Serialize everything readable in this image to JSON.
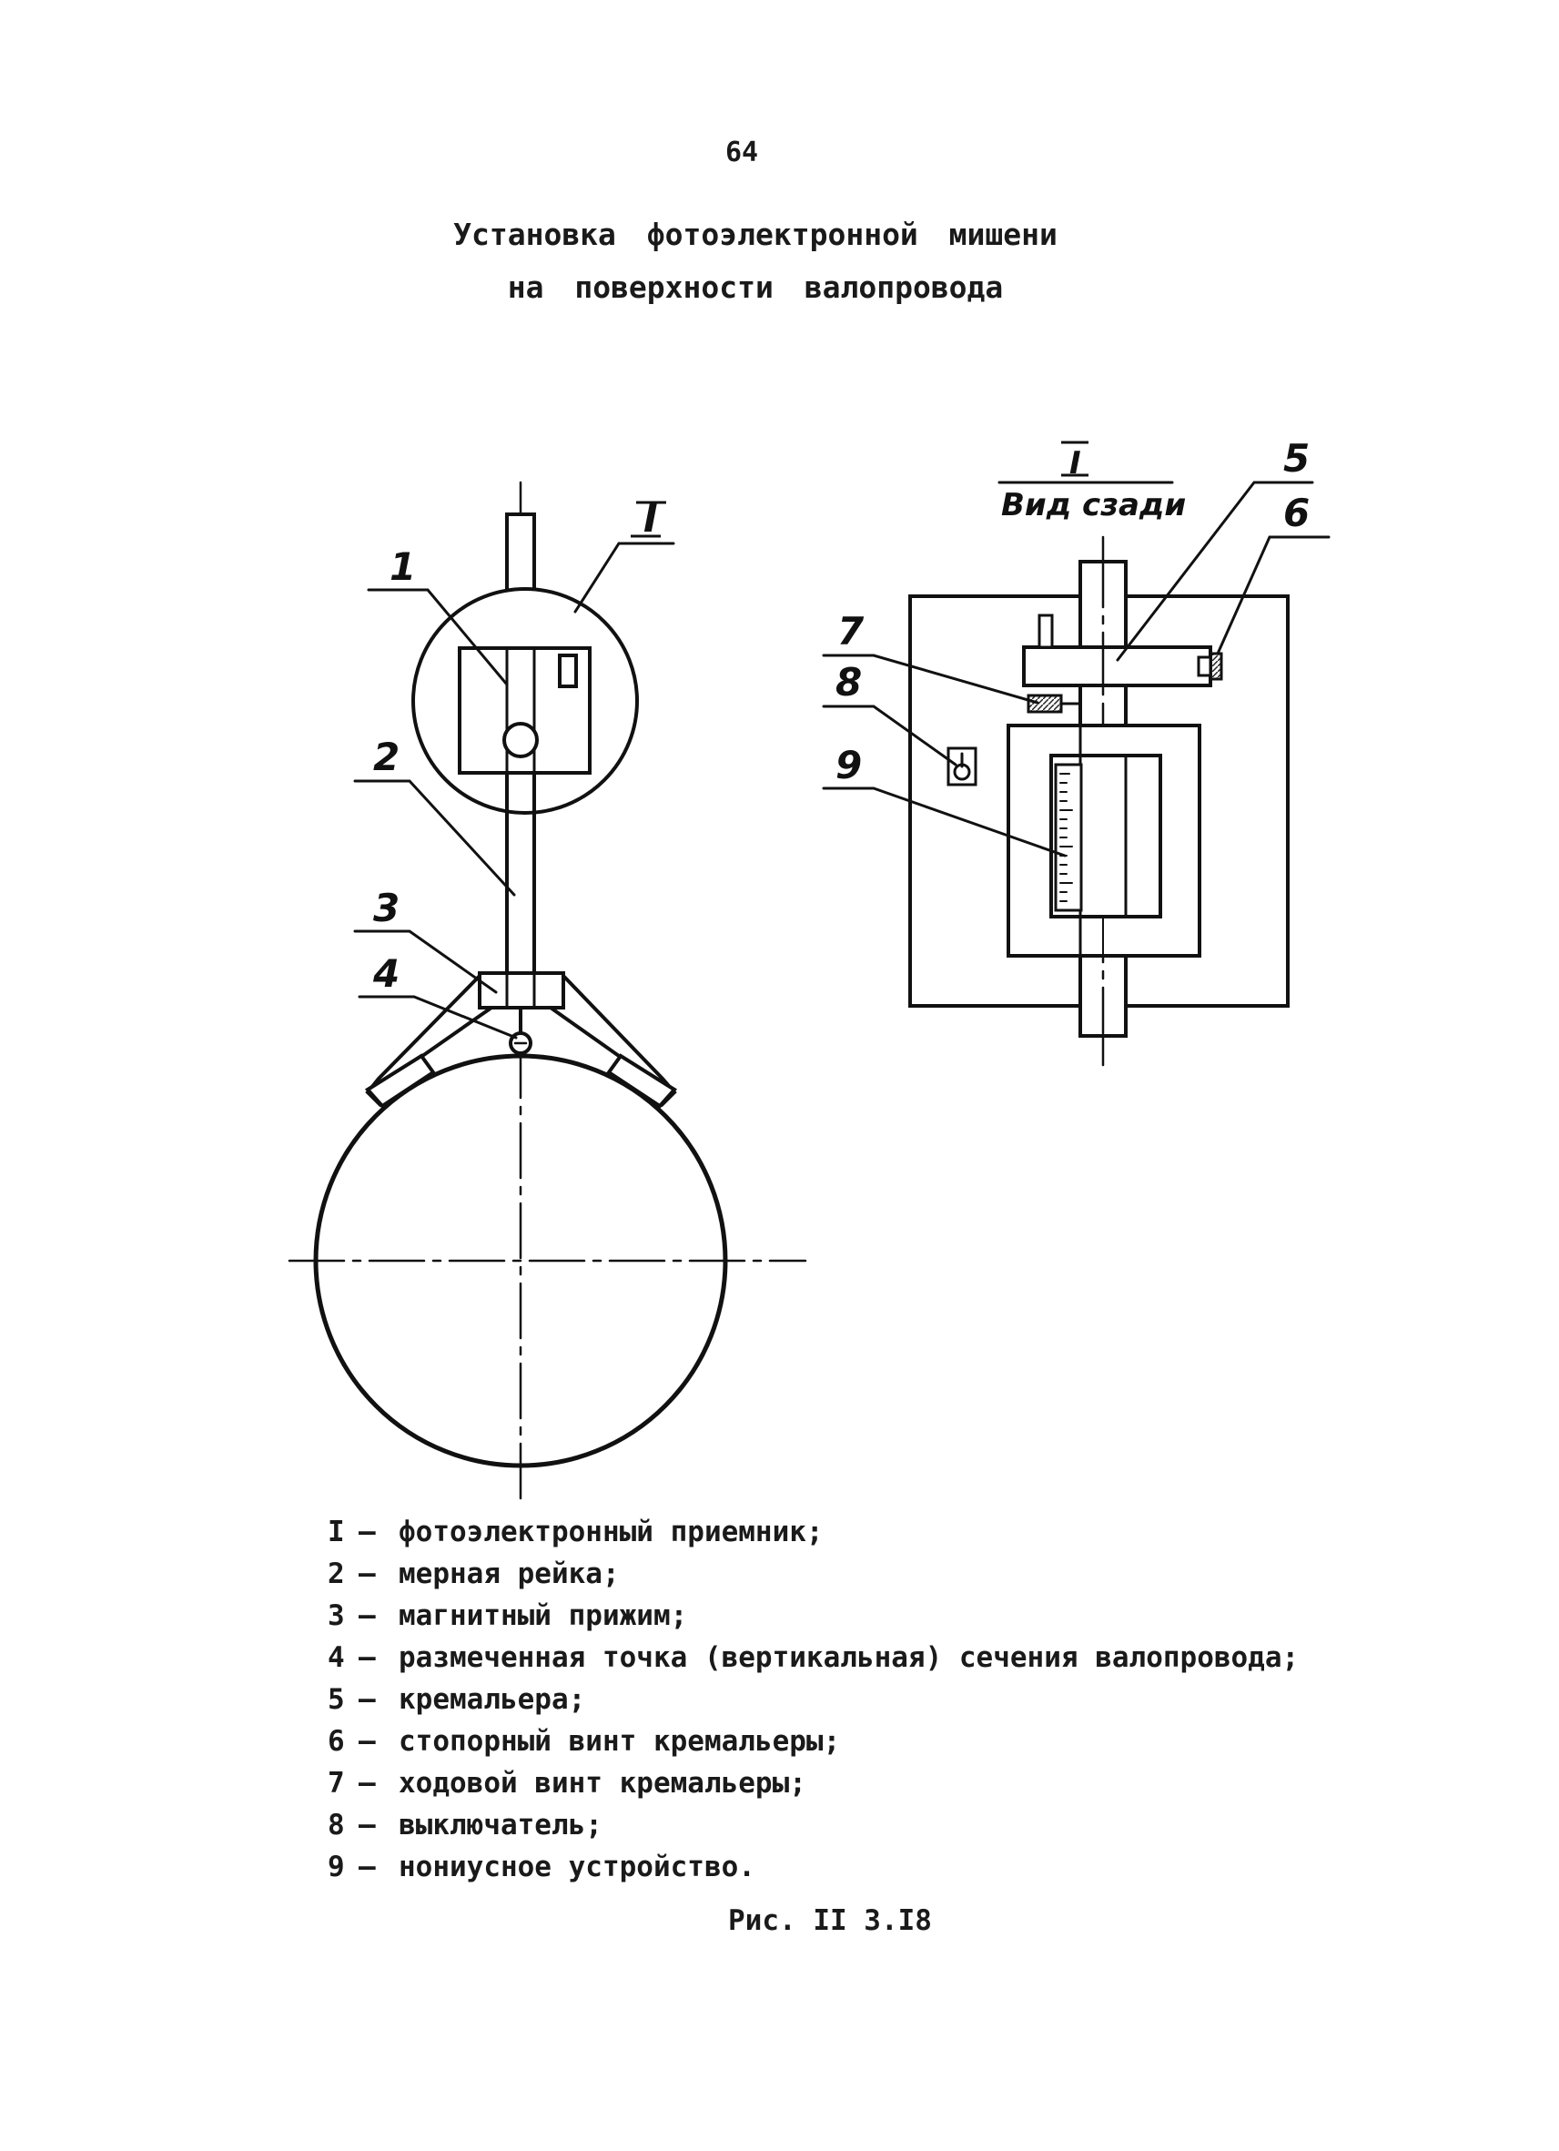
{
  "page_number": "64",
  "title": {
    "line1": "Установка фотоэлектронной мишени",
    "line2": "на поверхности валопровода"
  },
  "diagram": {
    "callouts": {
      "c_I": "I",
      "c1": "1",
      "c2": "2",
      "c3": "3",
      "c4": "4",
      "c5": "5",
      "c6": "6",
      "c7": "7",
      "c8": "8",
      "c9": "9"
    },
    "view_label": {
      "numeral": "I",
      "text": "Вид сзади"
    }
  },
  "legend": [
    {
      "key": "I",
      "text": "фотоэлектронный приемник;"
    },
    {
      "key": "2",
      "text": "мерная рейка;"
    },
    {
      "key": "3",
      "text": "магнитный прижим;"
    },
    {
      "key": "4",
      "text": "размеченная точка (вертикальная) сечения валопровода;"
    },
    {
      "key": "5",
      "text": "кремальера;"
    },
    {
      "key": "6",
      "text": "стопорный винт кремальеры;"
    },
    {
      "key": "7",
      "text": "ходовой винт кремальеры;"
    },
    {
      "key": "8",
      "text": "выключатель;"
    },
    {
      "key": "9",
      "text": "нониусное устройство."
    }
  ],
  "caption": "Рис. II 3.I8"
}
